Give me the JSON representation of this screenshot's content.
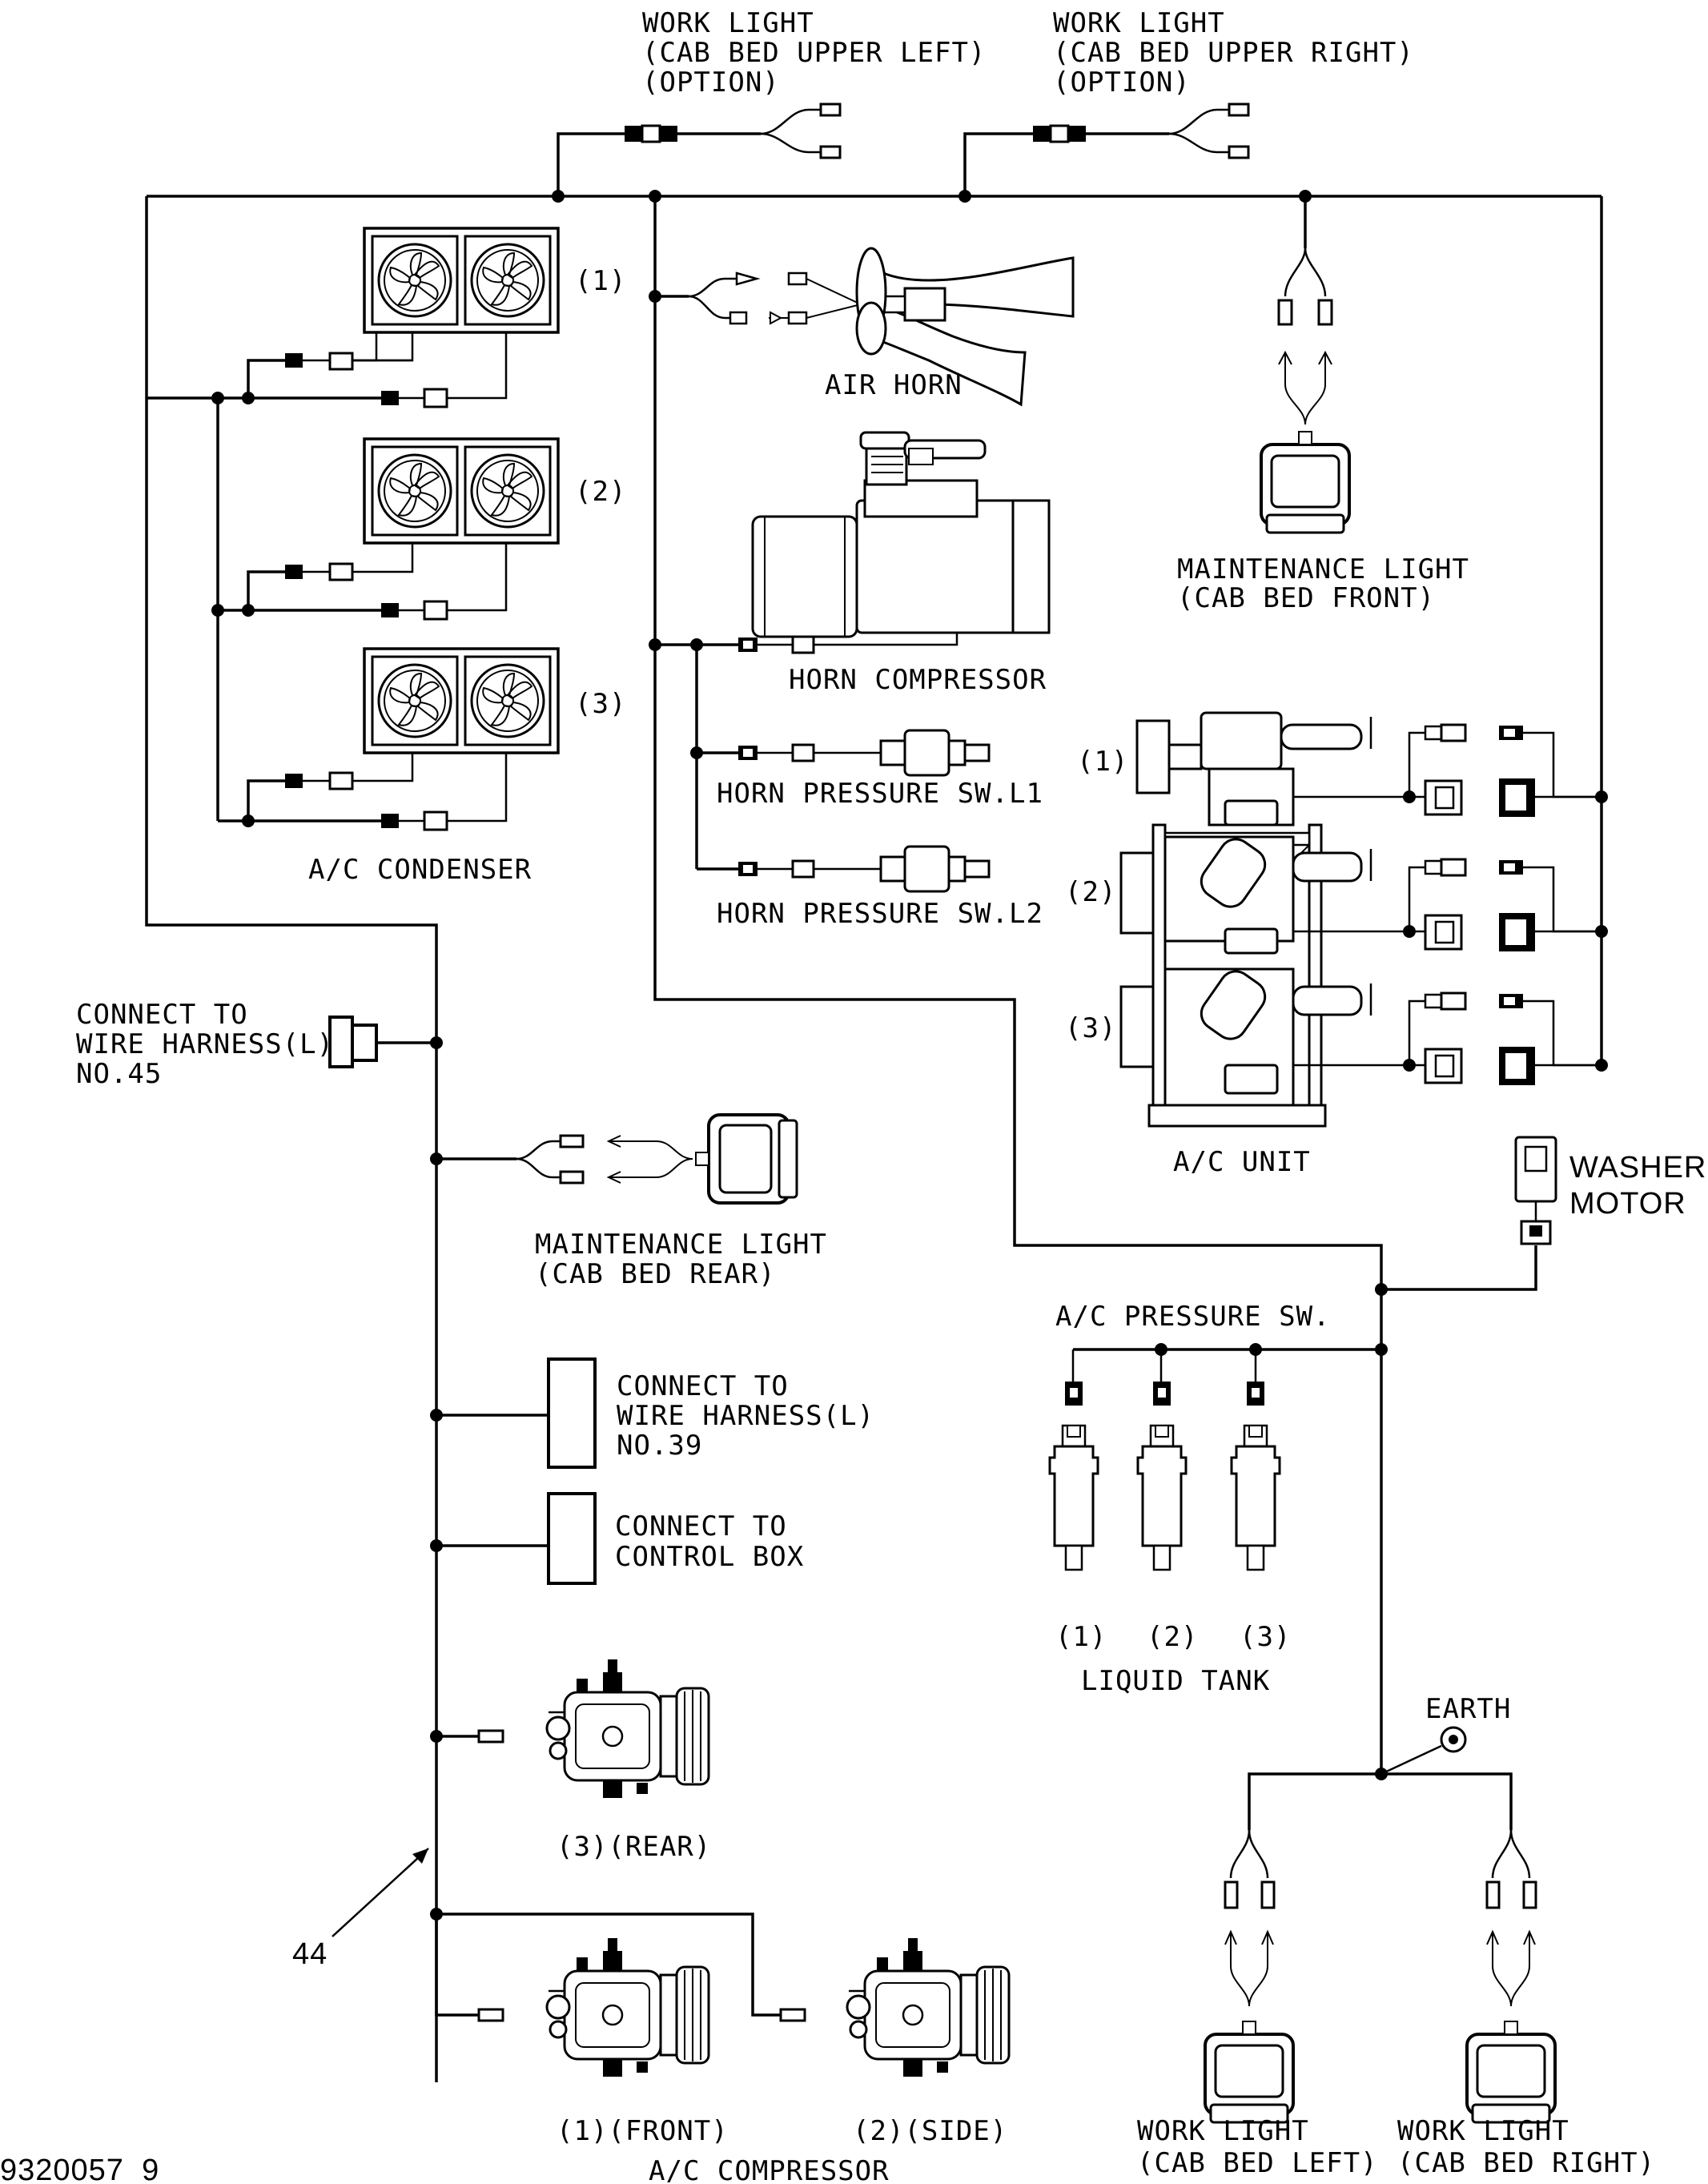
{
  "figure_id": "9320057_9",
  "harness_ref": "44",
  "labels": {
    "work_light_upper_left": [
      "WORK LIGHT",
      "(CAB BED UPPER LEFT)",
      "(OPTION)"
    ],
    "work_light_upper_right": [
      "WORK LIGHT",
      "(CAB BED UPPER RIGHT)",
      "(OPTION)"
    ],
    "condenser_1": "(1)",
    "condenser_2": "(2)",
    "condenser_3": "(3)",
    "ac_condenser": "A/C CONDENSER",
    "air_horn": "AIR HORN",
    "horn_compressor": "HORN COMPRESSOR",
    "horn_pressure_l1": "HORN PRESSURE SW.L1",
    "horn_pressure_l2": "HORN PRESSURE SW.L2",
    "maintenance_front": [
      "MAINTENANCE LIGHT",
      "(CAB BED FRONT)"
    ],
    "ac_unit_1": "(1)",
    "ac_unit_2": "(2)",
    "ac_unit_3": "(3)",
    "ac_unit": "A/C UNIT",
    "washer_motor": [
      "WASHER",
      "MOTOR"
    ],
    "connect_no45": [
      "CONNECT TO",
      "WIRE HARNESS(L)",
      "NO.45"
    ],
    "maintenance_rear": [
      "MAINTENANCE LIGHT",
      "(CAB BED REAR)"
    ],
    "ac_pressure_sw": "A/C PRESSURE SW.",
    "connect_no39": [
      "CONNECT TO",
      "WIRE HARNESS(L)",
      "NO.39"
    ],
    "connect_control_box": [
      "CONNECT TO",
      "CONTROL BOX"
    ],
    "tank_1": "(1)",
    "tank_2": "(2)",
    "tank_3": "(3)",
    "liquid_tank": "LIQUID TANK",
    "earth": "EARTH",
    "compressor_rear": "(3)(REAR)",
    "compressor_front": "(1)(FRONT)",
    "compressor_side": "(2)(SIDE)",
    "ac_compressor": "A/C COMPRESSOR",
    "work_light_left": [
      "WORK LIGHT",
      "(CAB BED LEFT)"
    ],
    "work_light_right": [
      "WORK LIGHT",
      "(CAB BED RIGHT)"
    ]
  }
}
